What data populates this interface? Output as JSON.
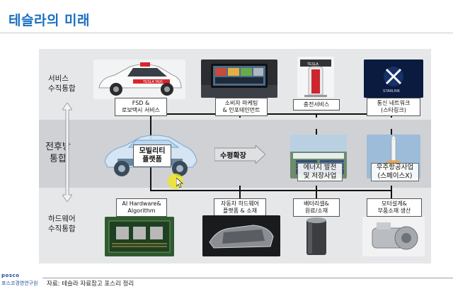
{
  "title": "테슬라의 미래",
  "row_labels": {
    "top": "서비스\n수직통합",
    "middle": "전후방\n통합",
    "bottom": "하드웨어\n수직통합"
  },
  "hub_label": "모빌리티\n플랫폼",
  "expand_label": "수평확장",
  "top_captions": [
    "FSD &\n로보택시 서비스",
    "소비자 마케팅\n& 인포테인먼트",
    "충전서비스",
    "통신 네트워크\n(스타링크)"
  ],
  "middle_boxes": [
    "에너지 발전\n및 저장사업",
    "우주항공사업\n(스페이스X)"
  ],
  "bottom_captions": [
    "AI Hardware&\nAlgorithm",
    "자동차 하드웨어\n플랫폼 & 소재",
    "배터리셀&\n원료/소재",
    "모터설계&\n부품소재 생산"
  ],
  "photo_text": {
    "taxi_sign": "TESLA TAXI",
    "charger_brand": "TESLA",
    "starlink_brand": "STARLINK"
  },
  "source": "자료: 테슬라 자료참고 포스리 정리",
  "footer_brand": "posco",
  "footer_org": "포스코경영연구원"
}
